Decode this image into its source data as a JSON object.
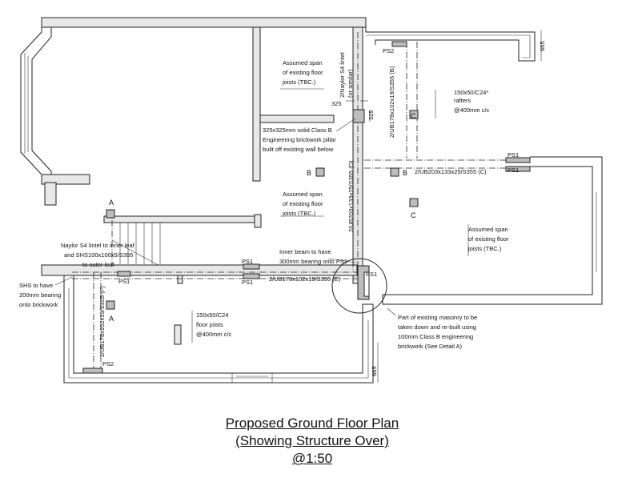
{
  "drawing": {
    "labels": {
      "span_top": [
        "Assumed span",
        "of existing floor",
        "joists (TBC.)"
      ],
      "span_mid": [
        "Assumed span",
        "of existing floor",
        "joists (TBC.)"
      ],
      "span_right": [
        "Assumed span",
        "of existing floor",
        "joists (TBC.)"
      ],
      "rafters": [
        "150x50/C24*",
        "rafters",
        "@400mm c/c"
      ],
      "floor_joists": [
        "150x50/C24",
        "floor joists",
        "@400mm c/c"
      ],
      "pillar_note": [
        "325x325mm solid Class B",
        "Engineering brickwork pillar",
        "built off existing wall below"
      ],
      "lintel_note": [
        "Naylor S4 lintel to inner leaf",
        "and SHS100x100x5/S355",
        "to outer leaf"
      ],
      "shs_note": [
        "SHS to have",
        "200mm bearing",
        "onto brickwork"
      ],
      "inner_beam_note": [
        "Inner beam to have",
        "300mm bearing onto PS2"
      ],
      "masonry_note": [
        "Part of existing masonry to be",
        "taken down and re-built using",
        "100mm Class B engineering",
        "brickwork (See Detail A)"
      ],
      "lintel_top": [
        "2/Naylor S4 lintel",
        "(or similar)"
      ],
      "beam_d": "2/UB203x133x25/S355 (D)",
      "beam_b_top": "2/UB178x102x19/S355 (B)",
      "beam_c": "2/UB203x133x25/S355 (C)",
      "beam_e": "2/UB178x102x19/S355 (E)",
      "beam_f": "2/UB178x102x19/S355 (F)",
      "dim_325_h": "325",
      "dim_325_v": "325",
      "dim_665_top": "665",
      "dim_665_bottom": "665",
      "ps1": "PS1",
      "ps2": "PS2",
      "marker_a": "A",
      "marker_b": "B",
      "marker_c": "C"
    },
    "title": {
      "line1": "Proposed Ground Floor Plan",
      "line2": "(Showing Structure Over)",
      "line3": "@1:50"
    }
  }
}
